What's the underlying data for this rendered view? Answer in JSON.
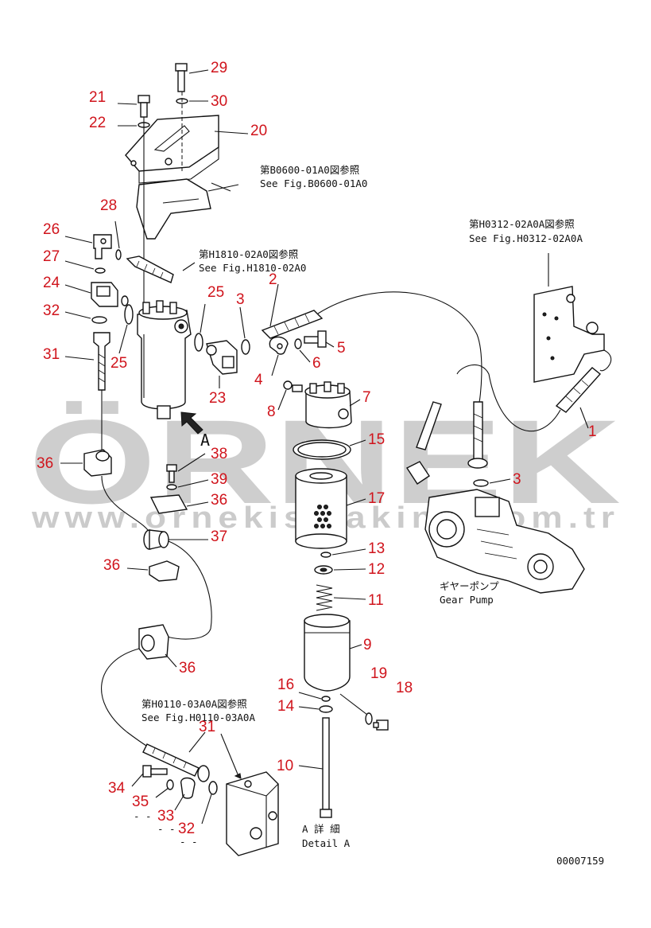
{
  "watermark": {
    "brand": "ÖRNEK",
    "url": "www.ornekismakina.com.tr"
  },
  "references": {
    "ref_b0600_jp": "第B0600-01A0図参照",
    "ref_b0600_en": "See Fig.B0600-01A0",
    "ref_h1810_jp": "第H1810-02A0図参照",
    "ref_h1810_en": "See Fig.H1810-02A0",
    "ref_h0312_jp": "第H0312-02A0A図参照",
    "ref_h0312_en": "See Fig.H0312-02A0A",
    "ref_h0110_jp": "第H0110-03A0A図参照",
    "ref_h0110_en": "See Fig.H0110-03A0A"
  },
  "notes": {
    "gear_pump_jp": "ギヤーポンプ",
    "gear_pump_en": "Gear Pump",
    "detail_a_jp": "A 詳 細",
    "detail_a_en": "Detail A",
    "view_a": "A",
    "dash_1": "- -",
    "dash_2": "- -",
    "dash_3": "- -",
    "drawing_number": "00007159"
  },
  "part_labels": {
    "p1": "1",
    "p2": "2",
    "p3a": "3",
    "p3b": "3",
    "p4": "4",
    "p5": "5",
    "p6": "6",
    "p7": "7",
    "p8": "8",
    "p9": "9",
    "p10": "10",
    "p11": "11",
    "p12": "12",
    "p13": "13",
    "p14": "14",
    "p15": "15",
    "p16": "16",
    "p17": "17",
    "p18": "18",
    "p19": "19",
    "p20": "20",
    "p21": "21",
    "p22": "22",
    "p23": "23",
    "p24": "24",
    "p25a": "25",
    "p25b": "25",
    "p26": "26",
    "p27": "27",
    "p28": "28",
    "p29": "29",
    "p30": "30",
    "p31a": "31",
    "p31b": "31",
    "p32a": "32",
    "p32b": "32",
    "p33": "33",
    "p34": "34",
    "p35": "35",
    "p36a": "36",
    "p36b": "36",
    "p36c": "36",
    "p36d": "36",
    "p37": "37",
    "p38": "38",
    "p39": "39"
  }
}
